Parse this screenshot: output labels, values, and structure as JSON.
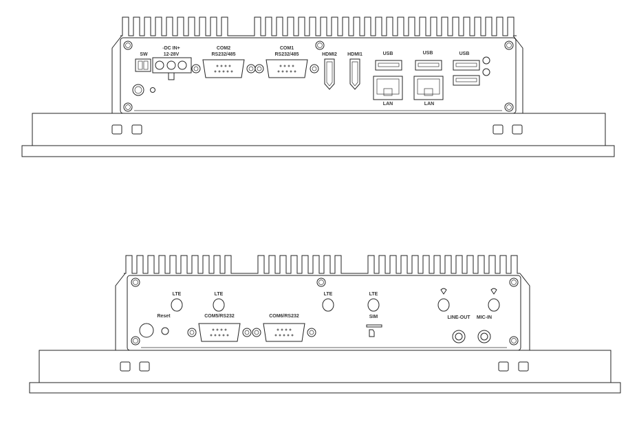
{
  "top_view": {
    "sw": "SW",
    "dc_in": "-DC IN+",
    "dc_voltage": "12-28V",
    "com2": "COM2",
    "com2_type": "RS232/485",
    "com1": "COM1",
    "com1_type": "RS232/485",
    "hdmi2": "HDMI2",
    "hdmi1": "HDMI1",
    "usb": [
      "USB",
      "USB",
      "USB"
    ],
    "lan": [
      "LAN",
      "LAN"
    ]
  },
  "bottom_view": {
    "lte": [
      "LTE",
      "LTE",
      "LTE",
      "LTE"
    ],
    "reset": "Reset",
    "com5": "COM5/RS232",
    "com6": "COM6/RS232",
    "sim": "SIM",
    "line_out": "LINE-OUT",
    "mic_in": "MIC-IN"
  }
}
